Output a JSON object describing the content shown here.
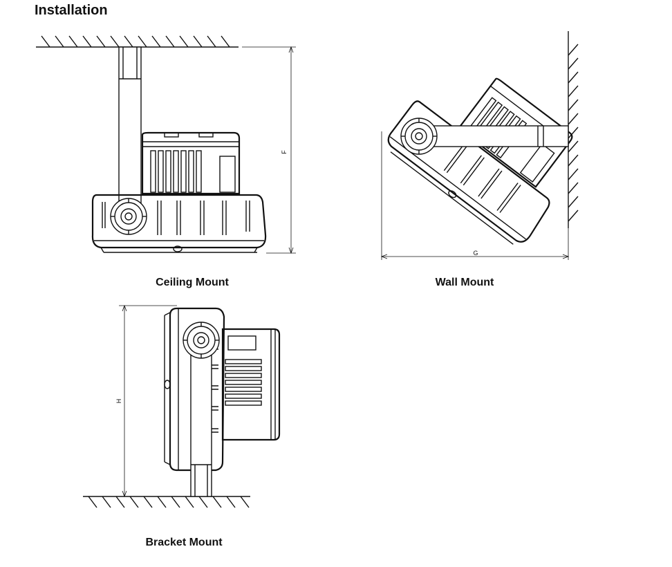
{
  "heading": "Installation",
  "views": [
    {
      "caption": "Ceiling Mount",
      "dimension_label": "F"
    },
    {
      "caption": "Wall Mount",
      "dimension_label": "G"
    },
    {
      "caption": "Bracket Mount",
      "dimension_label": "H"
    }
  ]
}
